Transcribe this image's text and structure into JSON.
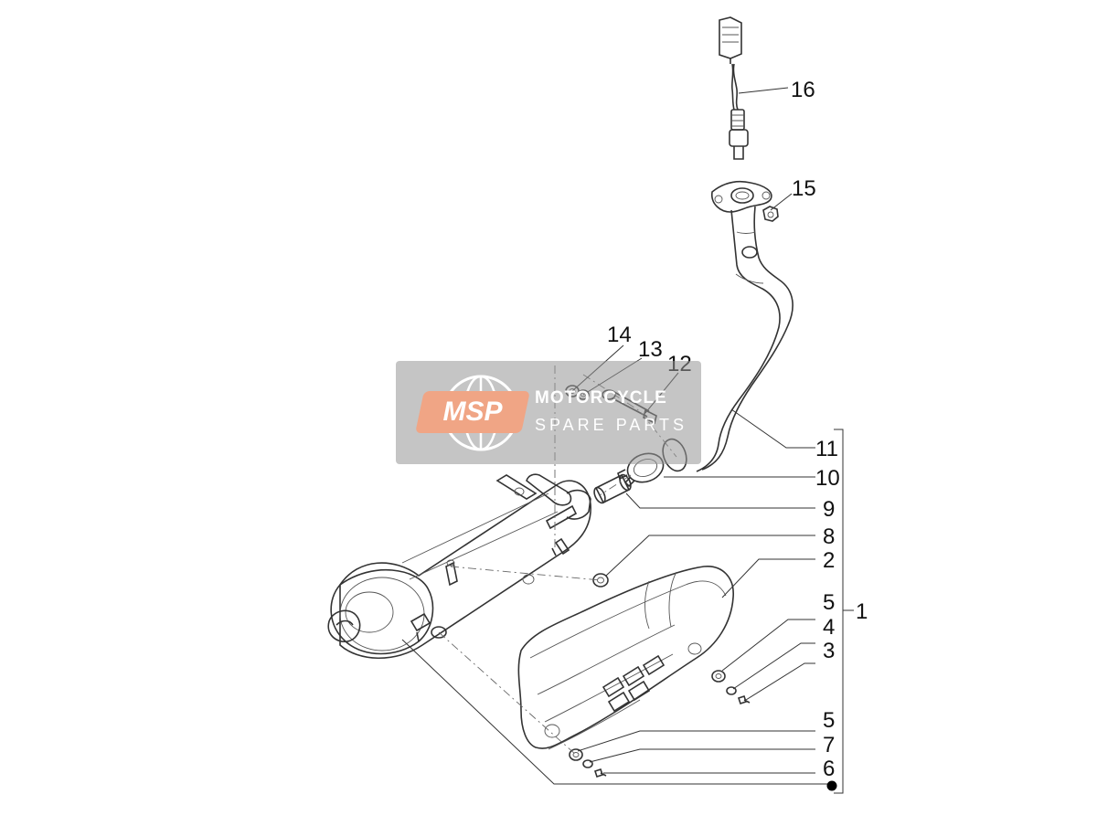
{
  "watermark": {
    "badge": "MSP",
    "line1": "MOTORCYCLE",
    "line2": "SPARE PARTS"
  },
  "callouts": [
    {
      "id": "16",
      "text": "16"
    },
    {
      "id": "15",
      "text": "15"
    },
    {
      "id": "14",
      "text": "14"
    },
    {
      "id": "13",
      "text": "13"
    },
    {
      "id": "12",
      "text": "12"
    },
    {
      "id": "11",
      "text": "11"
    },
    {
      "id": "10",
      "text": "10"
    },
    {
      "id": "9",
      "text": "9"
    },
    {
      "id": "8",
      "text": "8"
    },
    {
      "id": "2",
      "text": "2"
    },
    {
      "id": "5a",
      "text": "5"
    },
    {
      "id": "4",
      "text": "4"
    },
    {
      "id": "3",
      "text": "3"
    },
    {
      "id": "1",
      "text": "1"
    },
    {
      "id": "5b",
      "text": "5"
    },
    {
      "id": "7",
      "text": "7"
    },
    {
      "id": "6",
      "text": "6"
    }
  ]
}
